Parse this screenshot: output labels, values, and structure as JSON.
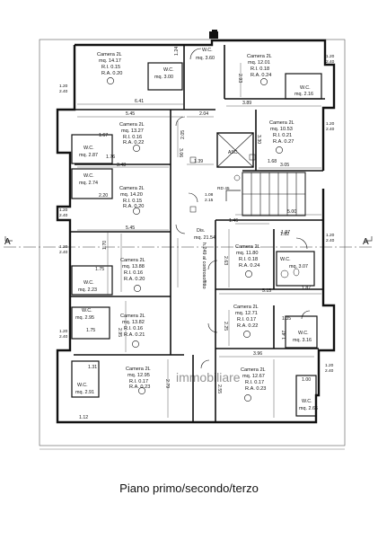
{
  "caption": "Piano primo/secondo/terzo",
  "section_marker": "A",
  "rooms": {
    "r1": {
      "name": "Camera 2L",
      "mq": "mq. 14.17",
      "ri": "R.I. 0.15",
      "ra": "R.A. 0.20"
    },
    "r2": {
      "name": "Camera 2L",
      "mq": "mq. 13.27",
      "ri": "R.I. 0.16",
      "ra": "R.A. 0.22"
    },
    "r3": {
      "name": "Camera 2L",
      "mq": "mq. 14.20",
      "ri": "R.I. 0.15",
      "ra": "R.A. 0.20"
    },
    "r4": {
      "name": "Camera 2L",
      "mq": "mq. 13.88",
      "ri": "R.I. 0.16",
      "ra": "R.A. 0.20"
    },
    "r5": {
      "name": "Camera 2L",
      "mq": "mq. 13.82",
      "ri": "R.I. 0.16",
      "ra": "R.A. 0.21"
    },
    "r6": {
      "name": "Camera 2L",
      "mq": "mq. 12.95",
      "ri": "R.I. 0.17",
      "ra": "R.A. 0.23"
    },
    "r7": {
      "name": "Camera 2L",
      "mq": "mq. 12.01",
      "ri": "R.I. 0.18",
      "ra": "R.A. 0.24"
    },
    "r8": {
      "name": "Camera 2L",
      "mq": "mq. 10.53",
      "ri": "R.I. 0.21",
      "ra": "R.A. 0.27"
    },
    "r9": {
      "name": "Camera 2L",
      "mq": "mq. 11.80",
      "ri": "R.I. 0.18",
      "ra": "R.A. 0.24"
    },
    "r10": {
      "name": "Camera 2L",
      "mq": "mq. 12.71",
      "ri": "R.I. 0.17",
      "ra": "R.A. 0.22"
    },
    "r11": {
      "name": "Camera 2L",
      "mq": "mq. 12.67",
      "ri": "R.I. 0.17",
      "ra": "R.A. 0.23"
    }
  },
  "wcs": {
    "w1": {
      "name": "W.C.",
      "mq": "mq. 3.00"
    },
    "w2": {
      "name": "W.C.",
      "mq": "mq. 3.60"
    },
    "w3": {
      "name": "W.C.",
      "mq": "mq. 2.16"
    },
    "w4": {
      "name": "W.C.",
      "mq": "mq. 2.87"
    },
    "w5": {
      "name": "W.C.",
      "mq": "mq. 2.74"
    },
    "w6": {
      "name": "W.C.",
      "mq": "mq. 2.23"
    },
    "w7": {
      "name": "W.C.",
      "mq": "mq. 2.95"
    },
    "w8": {
      "name": "W.C.",
      "mq": "mq. 3.07"
    },
    "w9": {
      "name": "W.C.",
      "mq": "mq. 3.16"
    },
    "w10": {
      "name": "W.C.",
      "mq": "mq. 2.91"
    },
    "w11": {
      "name": "W.C.",
      "mq": "mq. 2.66"
    }
  },
  "corridor": {
    "name": "Dis.",
    "mq": "mq. 21.54",
    "height_note": "h.249 al controsoffitto"
  },
  "lift": {
    "label": "ASC."
  },
  "stair_note": {
    "line1": "1.08",
    "line2": "2.15",
    "sign": "RD 45"
  },
  "dimensions": {
    "d641": "6.41",
    "d545a": "5.45",
    "d204": "2.04",
    "d389": "3.89",
    "d348": "3.48",
    "d545b": "5.45",
    "d139": "1.39",
    "d500": "5.00",
    "d146": "1.46",
    "d305": "3.05",
    "d515": "5.15",
    "d396": "3.96",
    "d170": "1.70",
    "d175a": "1.75",
    "d175b": "1.75",
    "d167": "1.67",
    "d176": "1.76",
    "d220": "2.20",
    "d197": "1.97",
    "d187": "1.87",
    "d182": "1.82",
    "d168": "1.68",
    "d135": "1.35",
    "d112": "1.12",
    "d131": "1.31",
    "d100": "1.00",
    "d124": "1.24",
    "d147": "1.47",
    "d205": "2.05",
    "d306": "3.06",
    "d279": "2.79",
    "d295": "2.95",
    "d255": "2.55",
    "d263": "2.63",
    "d225": "2.25",
    "d330": "3.30",
    "d293": "2.93",
    "d120a": "1.20",
    "d240a": "2.40",
    "d120b": "1.20",
    "d240b": "2.40",
    "d120c": "1.20",
    "d240c": "2.40",
    "d120d": "1.20",
    "d240d": "2.40",
    "d120e": "1.20",
    "d240e": "2.40",
    "d120f": "1.20",
    "d240f": "2.40",
    "d120g": "1.20",
    "d240g": "2.40",
    "d120h": "1.20",
    "d240h": "2.40"
  },
  "watermark": "immobiliare"
}
